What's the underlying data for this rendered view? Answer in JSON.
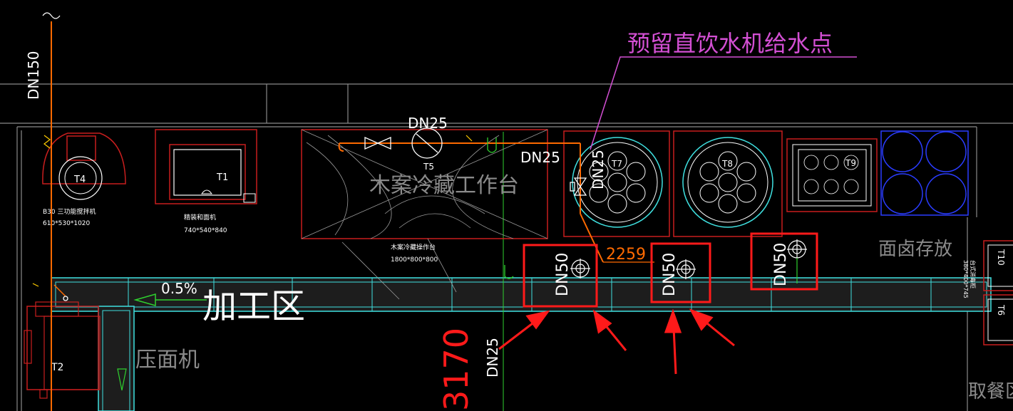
{
  "labels": {
    "reserved_point": "预留直饮水机给水点",
    "dn150": "DN150",
    "dn25_top": "DN25",
    "dn25_mid": "DN25",
    "dn25_vertical_t7": "DN25",
    "dn25_bottom": "DN25",
    "dn50_a": "DN50",
    "dn50_b": "DN50",
    "dn50_c": "DN50",
    "dim_2259": "2259",
    "dim_3170": "3170",
    "slope": "0.5%",
    "processing_area": "加工区",
    "noodle_press": "压面机",
    "wood_station": "木案冷藏工作台",
    "noodle_storage": "面卤存放",
    "pickup_area": "取餐区"
  },
  "equipment": {
    "t1": "T1",
    "t2": "T2",
    "t4": "T4",
    "t5": "T5",
    "t7": "T7",
    "t8": "T8",
    "t9": "T9",
    "t10": "T10",
    "t6": "T6",
    "mixer_name": "B30 三功能搅拌机",
    "mixer_size": "610*530*1020",
    "noodle_machine_name": "精装和面机",
    "noodle_machine_size": "740*540*840",
    "wood_station_name": "木案冷藏操作台",
    "wood_station_size": "1800*800*800",
    "side_note": "380*400*745",
    "side_note_name": "台式消毒柜"
  },
  "colors": {
    "background": "#000000",
    "pipe": "#ff6a00",
    "highlight": "#ff1a1a",
    "cyan": "#3fe0e0",
    "magenta": "#d34fd3",
    "white": "#ffffff",
    "equipment_red": "#c81e1e",
    "blue": "#2a3cff",
    "green": "#2fd12f",
    "grey": "#a0a0a0"
  }
}
